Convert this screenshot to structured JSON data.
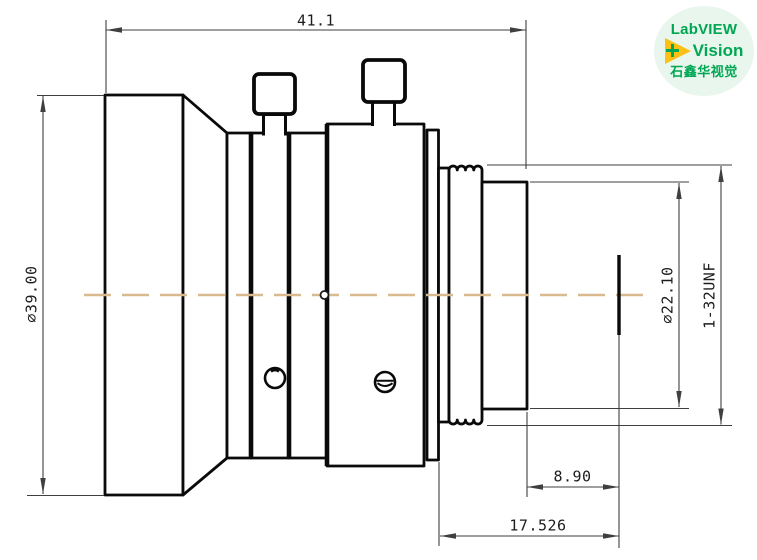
{
  "drawing": {
    "type": "lens side-view engineering drawing",
    "dimensions": {
      "overall_length": "41.1",
      "front_diameter": "∅39.00",
      "rear_diameter": "∅22.10",
      "mount_thread": "1-32UNF",
      "rear_section_length": "8.90",
      "mount_section_length": "17.526"
    }
  },
  "logo": {
    "line1": "LabVIEW",
    "line2": "Vision",
    "line3": "石鑫华视觉"
  },
  "colors": {
    "bg": "#ffffff",
    "line": "#0a0a0a",
    "dim": "#3f3f3f",
    "centerline": "#d9ba8f",
    "green": "#00a651",
    "yellow": "#fdc013",
    "logobg": "#e8f6ee"
  }
}
